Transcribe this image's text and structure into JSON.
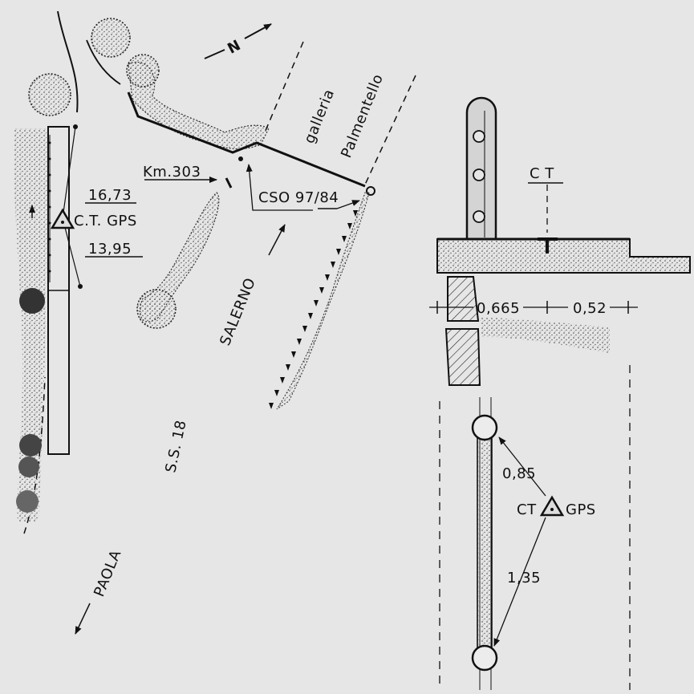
{
  "north_label": "N",
  "labels": {
    "galleria": "galleria",
    "palmentello": "Palmentello",
    "km": "Km.303",
    "cso": "CSO 97/84",
    "salerno": "SALERNO",
    "ss": "S.S. 18",
    "paola": "PAOLA",
    "ct_gps_left": "C.T. GPS",
    "dist_top": "16,73",
    "dist_bottom": "13,95",
    "ct_section": "C T",
    "section_left": "0,665",
    "section_right": "0,52",
    "plan_top": "0,85",
    "plan_ct_gps": "CT",
    "plan_gps": "GPS",
    "plan_bottom": "1,35"
  },
  "colors": {
    "background": "#e6e6e6",
    "ink": "#111111",
    "vegetation": "#6b6b6b"
  }
}
